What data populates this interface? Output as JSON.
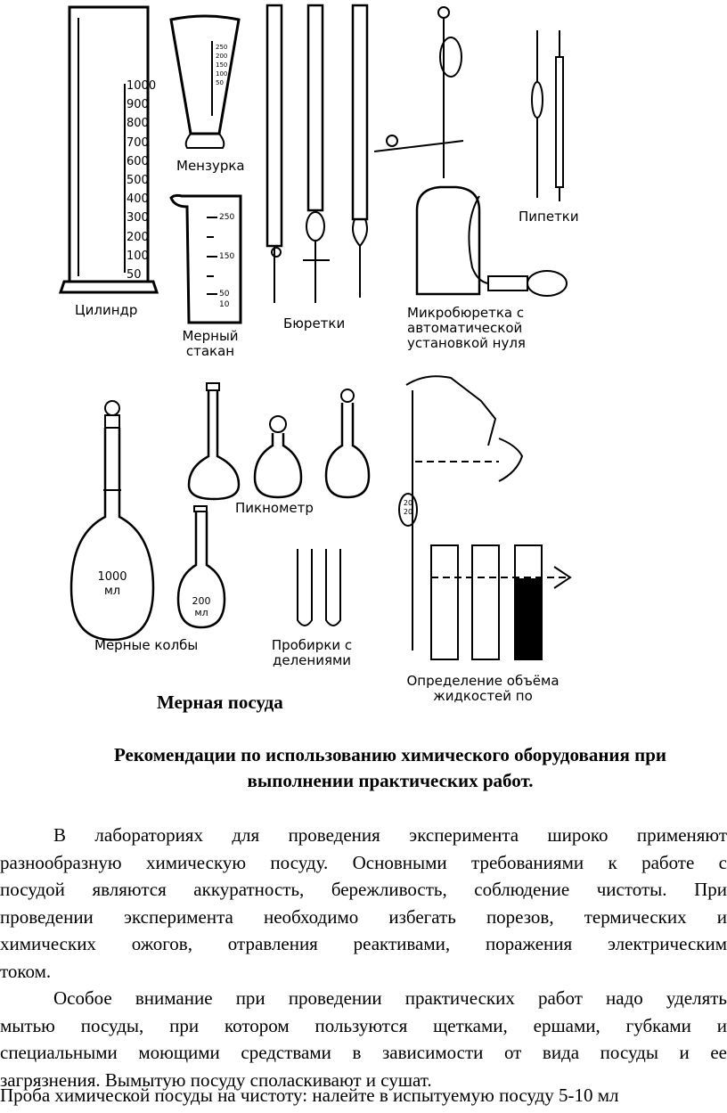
{
  "figure": {
    "labels": {
      "cylinder": "Цилиндр",
      "mensurka": "Мензурка",
      "beaker_line1": "Мерный",
      "beaker_line2": "стакан",
      "burettes": "Бюретки",
      "microburette_line1": "Микробюретка с",
      "microburette_line2": "автоматической",
      "microburette_line3": "установкой нуля",
      "pipettes": "Пипетки",
      "pycnometer": "Пикнометр",
      "flasks": "Мерные колбы",
      "tubes_line1": "Пробирки с",
      "tubes_line2": "делениями",
      "volume_line1": "Определение объёма",
      "volume_line2": "жидкостей по"
    },
    "cylinder_scale": [
      "1000",
      "900",
      "800",
      "700",
      "600",
      "500",
      "400",
      "300",
      "200",
      "100",
      "50"
    ],
    "beaker_scale": [
      "250",
      "150",
      "50",
      "10"
    ],
    "mensurka_scale": [
      "250",
      "200",
      "150",
      "100",
      "50"
    ],
    "flask_large_text": [
      "1000",
      "мл"
    ],
    "flask_small_text": [
      "200",
      "мл"
    ],
    "pipette_mark": [
      "20",
      "20"
    ]
  },
  "caption": "Мерная посуда",
  "heading": {
    "line1": "Рекомендации по использованию химического оборудования при",
    "line2": "выполнении практических работ."
  },
  "paragraph1": [
    "В лабораториях для проведения эксперимента широко применяют",
    "разнообразную химическую посуду.  Основными требованиями к работе с",
    "посудой являются аккуратность, бережливость, соблюдение чистоты. При",
    "проведении эксперимента необходимо избегать порезов, термических и",
    "химических ожогов,  отравления реактивами, поражения электрическим",
    "током."
  ],
  "paragraph2": [
    "Особое внимание при проведении практических работ надо уделять",
    "мытью посуды, при котором пользуются щетками, ершами, губками и",
    "специальными моющими средствами в зависимости от вида посуды и ее",
    "загрязнения. Вымытую посуду споласкивают  и сушат."
  ],
  "paragraph3": [
    "Проба химической посуды на чистоту: налейте в испытуемую посуду 5-10 мл"
  ]
}
